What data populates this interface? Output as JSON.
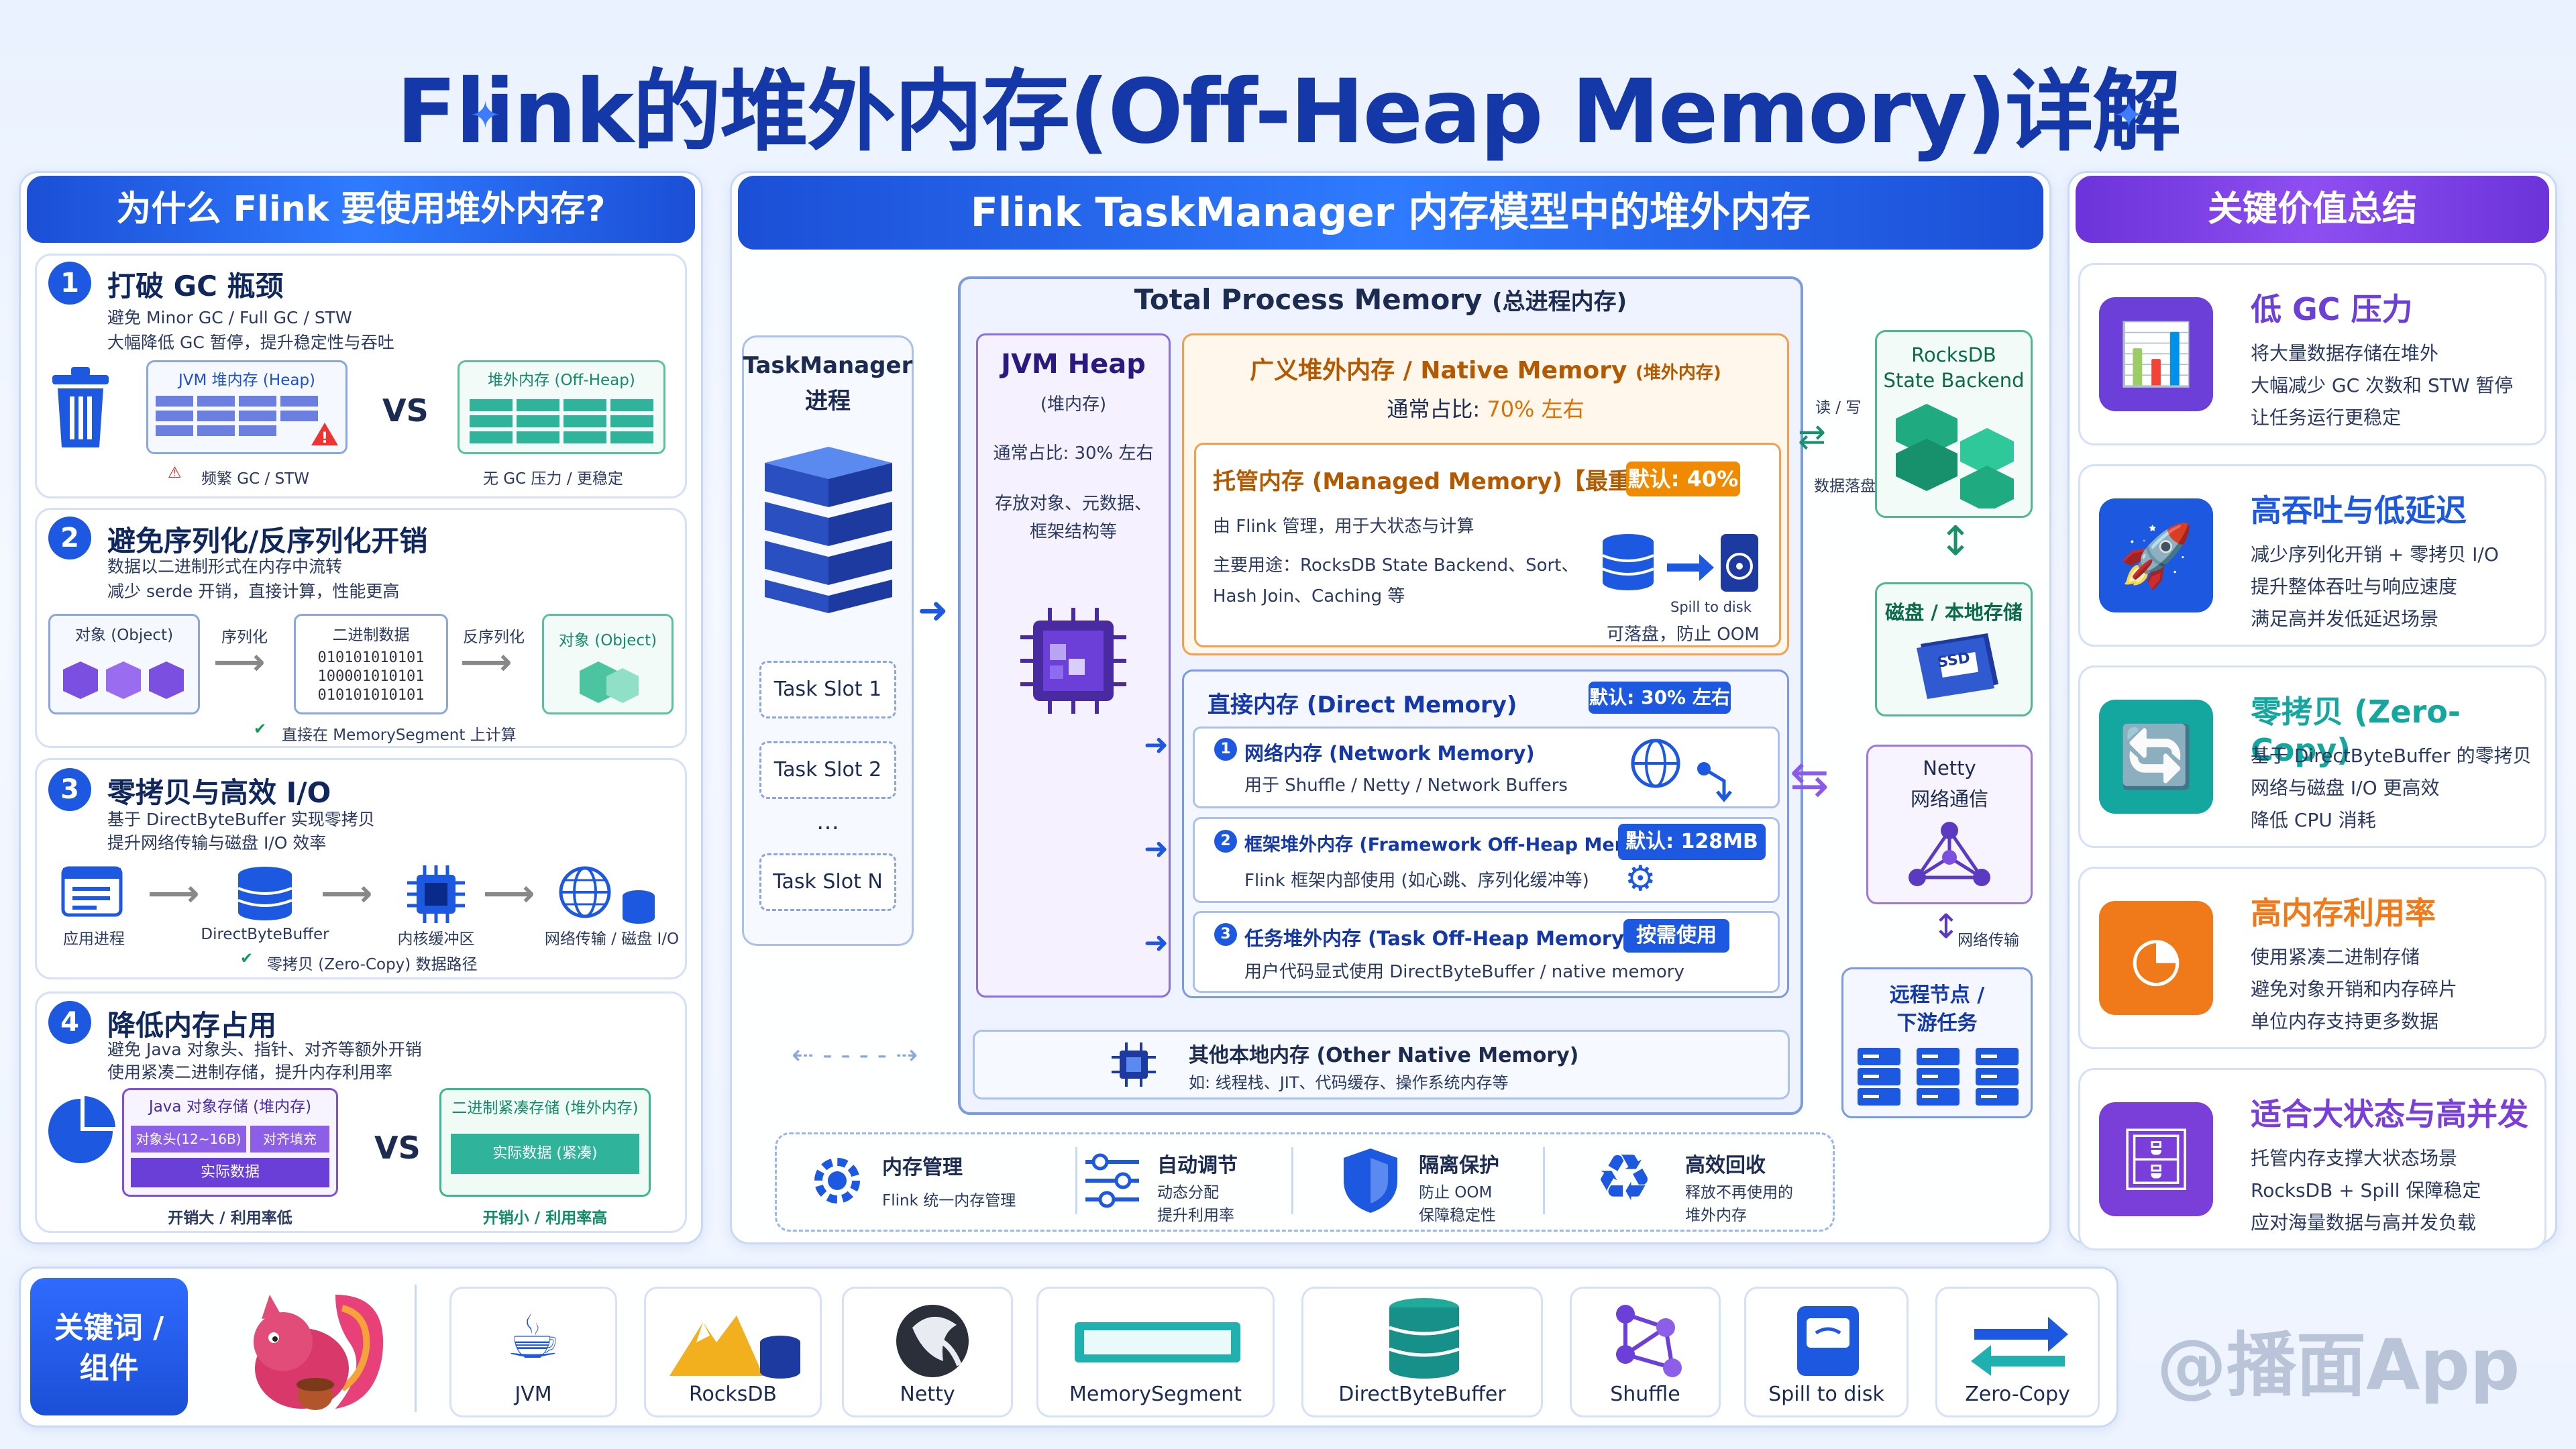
{
  "title": "Flink的堆外内存(Off-Heap Memory)详解",
  "left": {
    "header": "为什么 Flink 要使用堆外内存?",
    "s1": {
      "num": "1",
      "title": "打破 GC 瓶颈",
      "desc1": "避免 Minor GC / Full GC / STW",
      "desc2": "大幅降低 GC 暂停，提升稳定性与吞吐",
      "heap_label": "JVM 堆内存 (Heap)",
      "heap_note": "频繁 GC / STW",
      "vs": "VS",
      "off_label": "堆外内存 (Off-Heap)",
      "off_note": "无 GC 压力 / 更稳定"
    },
    "s2": {
      "num": "2",
      "title": "避免序列化/反序列化开销",
      "desc1": "数据以二进制形式在内存中流转",
      "desc2": "减少 serde 开销，直接计算，性能更高",
      "obj1": "对象 (Object)",
      "ser": "序列化",
      "bin": "二进制数据",
      "bits1": "010101010101",
      "bits2": "100001010101",
      "bits3": "010101010101",
      "deser": "反序列化",
      "obj2": "对象 (Object)",
      "note": "直接在 MemorySegment 上计算"
    },
    "s3": {
      "num": "3",
      "title": "零拷贝与高效 I/O",
      "desc1": "基于 DirectByteBuffer 实现零拷贝",
      "desc2": "提升网络传输与磁盘 I/O 效率",
      "n1": "应用进程",
      "n2": "DirectByteBuffer",
      "n3": "内核缓冲区",
      "n4": "网络传输 / 磁盘 I/O",
      "note": "零拷贝 (Zero-Copy) 数据路径"
    },
    "s4": {
      "num": "4",
      "title": "降低内存占用",
      "desc1": "避免 Java 对象头、指针、对齐等额外开销",
      "desc2": "使用紧凑二进制存储，提升内存利用率",
      "java_label": "Java 对象存储 (堆内存)",
      "hdr": "对象头(12~16B)",
      "pad": "对齐填充",
      "real": "实际数据",
      "vs": "VS",
      "bin_label": "二进制紧凑存储 (堆外内存)",
      "bin_data": "实际数据 (紧凑)",
      "c1": "开销大 / 利用率低",
      "c2": "开销小 / 利用率高"
    }
  },
  "center": {
    "header": "Flink TaskManager 内存模型中的堆外内存",
    "tm_title1": "TaskManager",
    "tm_title2": "进程",
    "slots": [
      "Task Slot 1",
      "Task Slot 2",
      "…",
      "Task Slot N"
    ],
    "total": "Total Process Memory",
    "total_cn": "(总进程内存)",
    "heap_title": "JVM Heap",
    "heap_cn": "(堆内存)",
    "heap_ratio": "通常占比: 30% 左右",
    "heap_desc1": "存放对象、元数据、",
    "heap_desc2": "框架结构等",
    "native_title": "广义堆外内存 / Native Memory",
    "native_cn": "(堆外内存)",
    "native_ratio_label": "通常占比: ",
    "native_ratio": "70% 左右",
    "managed_title": "托管内存 (Managed Memory)【最重要】",
    "managed_badge": "默认: 40%",
    "managed_d1": "由 Flink 管理，用于大状态与计算",
    "managed_d2": "主要用途：RocksDB State Backend、Sort、",
    "managed_d3": "Hash Join、Caching 等",
    "spill": "Spill to disk",
    "spill_note": "可落盘，防止 OOM",
    "direct_title": "直接内存 (Direct Memory)",
    "direct_badge": "默认: 30% 左右",
    "net_title": "网络内存 (Network Memory)",
    "net_desc": "用于 Shuffle / Netty / Network Buffers",
    "fw_title": "框架堆外内存 (Framework Off-Heap Memory)",
    "fw_badge": "默认: 128MB",
    "fw_desc": "Flink 框架内部使用 (如心跳、序列化缓冲等)",
    "task_title": "任务堆外内存 (Task Off-Heap Memory)",
    "task_badge": "按需使用",
    "task_desc": "用户代码显式使用 DirectByteBuffer / native memory",
    "other_title": "其他本地内存 (Other Native Memory)",
    "other_desc": "如: 线程栈、JIT、代码缓存、操作系统内存等",
    "rocks_title1": "RocksDB",
    "rocks_title2": "State Backend",
    "rw": "读 / 写",
    "flush": "数据落盘",
    "disk_title": "磁盘 / 本地存储",
    "ssd": "SSD",
    "netty_title1": "Netty",
    "netty_title2": "网络通信",
    "net_transfer": "网络传输",
    "remote1": "远程节点 /",
    "remote2": "下游任务",
    "features": [
      {
        "t": "内存管理",
        "d1": "Flink 统一内存管理",
        "d2": ""
      },
      {
        "t": "自动调节",
        "d1": "动态分配",
        "d2": "提升利用率"
      },
      {
        "t": "隔离保护",
        "d1": "防止 OOM",
        "d2": "保障稳定性"
      },
      {
        "t": "高效回收",
        "d1": "释放不再使用的",
        "d2": "堆外内存"
      }
    ]
  },
  "right": {
    "header": "关键价值总结",
    "items": [
      {
        "t": "低 GC 压力",
        "d": [
          "将大量数据存储在堆外",
          "大幅减少 GC 次数和 STW 暂停",
          "让任务运行更稳定"
        ],
        "color": "#6b3fd8"
      },
      {
        "t": "高吞吐与低延迟",
        "d": [
          "减少序列化开销 + 零拷贝 I/O",
          "提升整体吞吐与响应速度",
          "满足高并发低延迟场景"
        ],
        "color": "#1d58e0"
      },
      {
        "t": "零拷贝 (Zero-Copy)",
        "d": [
          "基于 DirectByteBuffer 的零拷贝",
          "网络与磁盘 I/O 更高效",
          "降低 CPU 消耗"
        ],
        "color": "#13a7a0"
      },
      {
        "t": "高内存利用率",
        "d": [
          "使用紧凑二进制存储",
          "避免对象开销和内存碎片",
          "单位内存支持更多数据"
        ],
        "color": "#f07a1a"
      },
      {
        "t": "适合大状态与高并发",
        "d": [
          "托管内存支撑大状态场景",
          "RocksDB + Spill 保障稳定",
          "应对海量数据与高并发负载"
        ],
        "color": "#7a3fd8"
      }
    ]
  },
  "bottom": {
    "label1": "关键词 /",
    "label2": "组件",
    "keywords": [
      "JVM",
      "RocksDB",
      "Netty",
      "MemorySegment",
      "DirectByteBuffer",
      "Shuffle",
      "Spill to disk",
      "Zero-Copy"
    ],
    "watermark": "@播面App"
  }
}
